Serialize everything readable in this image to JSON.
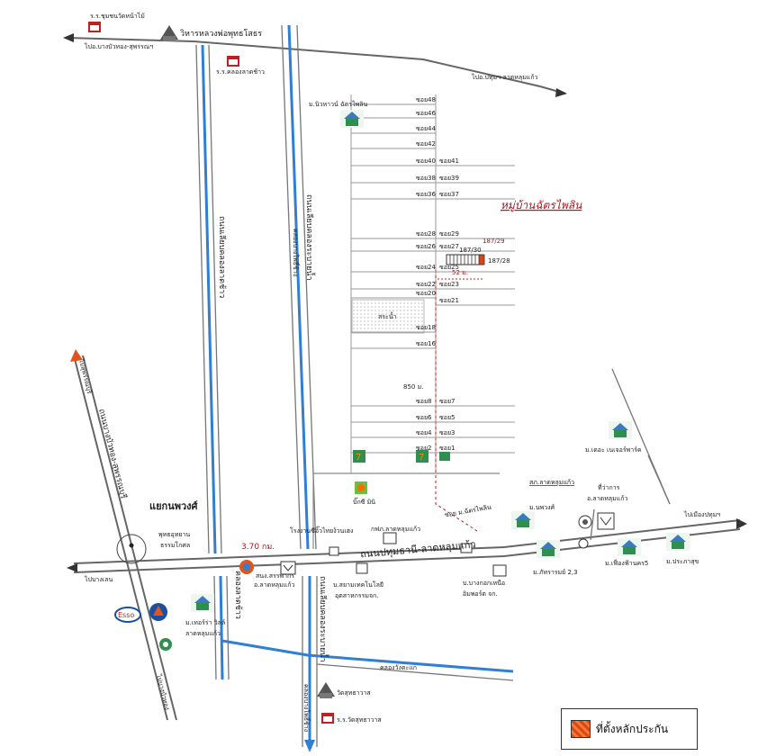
{
  "labels": {
    "school_chumchon": "ร.ร.ชุมชนวัดหน้าไม้",
    "wat_viharn": "วิหารหลวงพ่อพุทธโสธร",
    "to_bang_bua_thong": "ไปอ.บางบัวทอง-สุพรรณฯ",
    "school_khlong_lat": "ร.ร.คลองลาดช้าว",
    "to_pathum_lat_lum": "ไปอ.ปทุมฯ-ลาดหลุมแก้ว",
    "mu_nivarn": "ม.นิวหาวน์ ฉัตรไพลิน",
    "village_title": "หมู่บ้านฉัตรไพลิน",
    "parcel_29": "187/29",
    "parcel_30": "187/30",
    "parcel_28": "187/28",
    "dist_52": "52 ม.",
    "dist_850": "850 ม.",
    "dist_370": "3.70 กม.",
    "pool": "สระน้ำ",
    "road_khlong_lat_chao": "ถนนเลียบคลองลาดช้าว",
    "canal_lat_chao": "คลองลาดช้าว",
    "road_khlong_rangsit": "ถนนเลียบคลองระบายน้ำ",
    "canal_rangsit": "คลองบางโพธิ์ช้าง",
    "to_suphan": "ไปสุพรรณบุรี",
    "road_bang_bua_thong": "ถนนบางบัวทอง-สุพรรณบุรี",
    "junction_phong": "แยกนพวงศ์",
    "buddha_park_1": "พุทธอุทยาน",
    "buddha_park_2": "ธรรมโกศล",
    "to_bang_len": "ไปบางเลน",
    "to_bang_bua": "ไปบางบัวทอง",
    "factory": "โรงงานซีอิ๊วไทยง้วนเฮง",
    "electricity": "กฟภ.ลาดหลุมแก้ว",
    "main_road": "ถนนปทุมธานี-ลาดหลุมแก้ว",
    "soi_entry": "ซอย ม.ฉัตรไพลิน",
    "seven_mini": "บิ๊กซี มินิ",
    "revenue_1": "สนง.สรรพากร",
    "revenue_2": "อ.ลาดหลุมแก้ว",
    "siam_tech_1": "บ.สยามเทคโนโลยี",
    "siam_tech_2": "อุตสาหกรรมจก.",
    "bangkok_north_1": "บ.บางกอกเหนือ",
    "bangkok_north_2": "อิมพอร์ต จก.",
    "police_1": "สภ.ลาดหลุมแก้ว",
    "district_1": "ที่ว่าการ",
    "district_2": "อ.ลาดหลุมแก้ว",
    "mu_phong": "ม.นพวงศ์",
    "mu_phattharam": "ม.ภัทรารมย์ 2,3",
    "mu_feuang": "ม.เฟื่องฟ้านคร5",
    "mu_prachasuk": "ม.ประภาสุข",
    "to_mueang_pathum": "ไปเมืองปทุมฯ",
    "mu_the_nature": "ม.เดอะ เนเจอร์พาร์ค",
    "mu_terra_1": "ม.เทอร์ร่า วิลล์",
    "mu_terra_2": "ลาดหลุมแก้ว",
    "canal_wang_ta": "คลองวังตะแก",
    "wat_suttha": "วัดสุทธาวาส",
    "school_suttha": "ร.ร.วัดสุทธาวาส",
    "esso": "Esso"
  },
  "sois_left": [
    "ซอย48",
    "ซอย46",
    "ซอย44",
    "ซอย42",
    "ซอย40",
    "ซอย38",
    "ซอย36",
    "ซอย28",
    "ซอย26",
    "ซอย24",
    "ซอย22",
    "ซอย20",
    "ซอย18",
    "ซอย16",
    "ซอย8",
    "ซอย6",
    "ซอย4",
    "ซอย2"
  ],
  "sois_right": [
    "ซอย41",
    "ซอย39",
    "ซอย37",
    "ซอย29",
    "ซอย27",
    "ซอย25",
    "ซอย23",
    "ซอย21",
    "ซอย7",
    "ซอย5",
    "ซอย3",
    "ซอย1"
  ],
  "legend": {
    "label": "ที่ตั้งหลักประกัน",
    "swatch_color": "#e0551f"
  },
  "colors": {
    "canal": "#2f7fd3",
    "road": "#666666",
    "marker_red": "#b3121a"
  }
}
